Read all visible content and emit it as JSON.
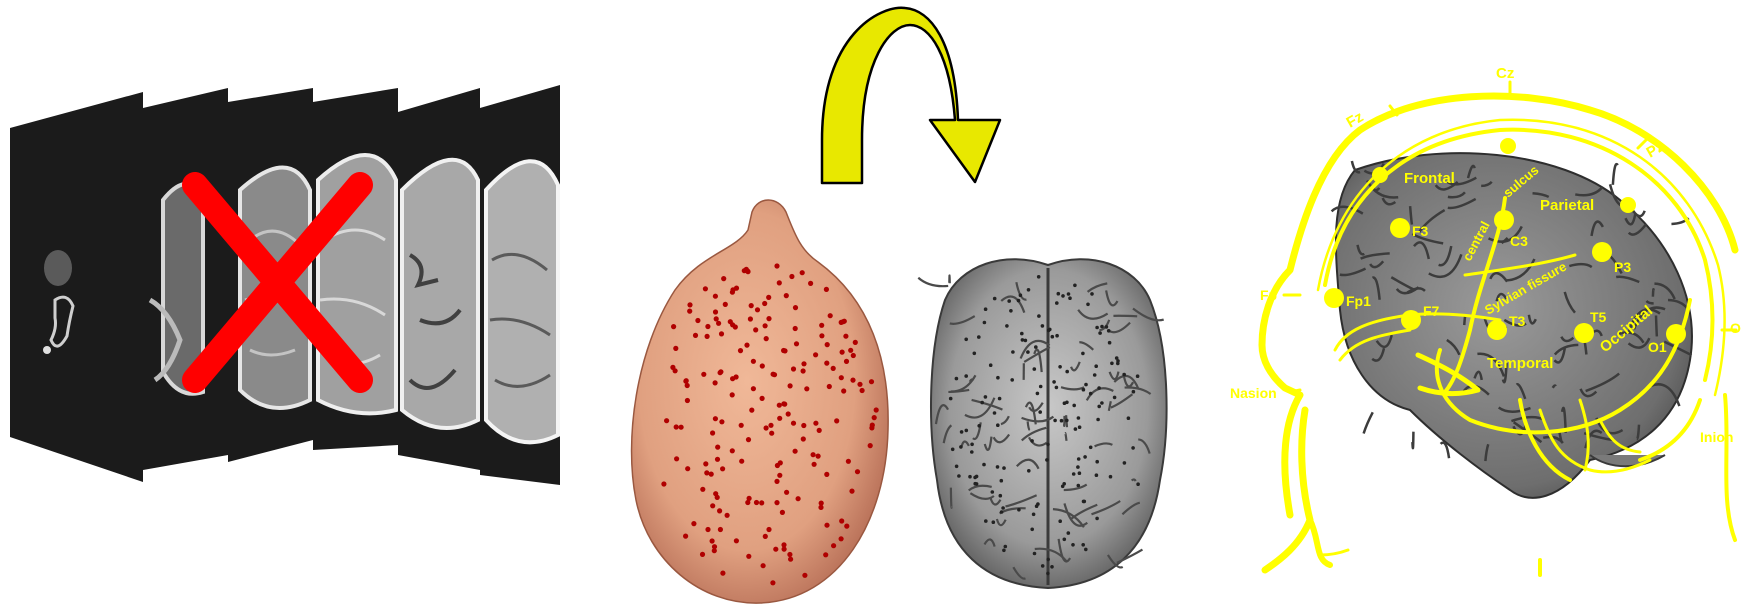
{
  "colors": {
    "background": "#ffffff",
    "mri_slice": "#1a1a1a",
    "red_cross": "#ff0000",
    "arrow_fill": "#e8e800",
    "arrow_stroke": "#000000",
    "scalp": "#e8a888",
    "electrode_dot": "#b00000",
    "brain_gray": "#8a8a8a",
    "eeg_yellow": "#ffff00"
  },
  "panels": {
    "mri_stack": {
      "slice_count": 6,
      "crossed_slice_index": 2,
      "icon": "red-x-icon"
    },
    "rotation": {
      "icon": "curved-arrow-icon"
    },
    "head_model": {
      "scalp_icon": "scalp-surface-icon",
      "brain_icon": "cortex-surface-icon"
    },
    "eeg_map": {
      "electrodes": [
        {
          "label": "F3"
        },
        {
          "label": "Fp1"
        },
        {
          "label": "F7"
        },
        {
          "label": "C3"
        },
        {
          "label": "T3"
        },
        {
          "label": "P3"
        },
        {
          "label": "T5"
        },
        {
          "label": "O1"
        }
      ],
      "outer_labels": [
        "Cz",
        "Fz",
        "Pz",
        "Fp",
        "O",
        "Nasion",
        "Inion"
      ],
      "region_labels": [
        "Frontal",
        "Parietal",
        "Temporal",
        "Occipital"
      ],
      "fissure_labels": [
        "central",
        "sulcus",
        "Sylvian fissure"
      ]
    }
  }
}
